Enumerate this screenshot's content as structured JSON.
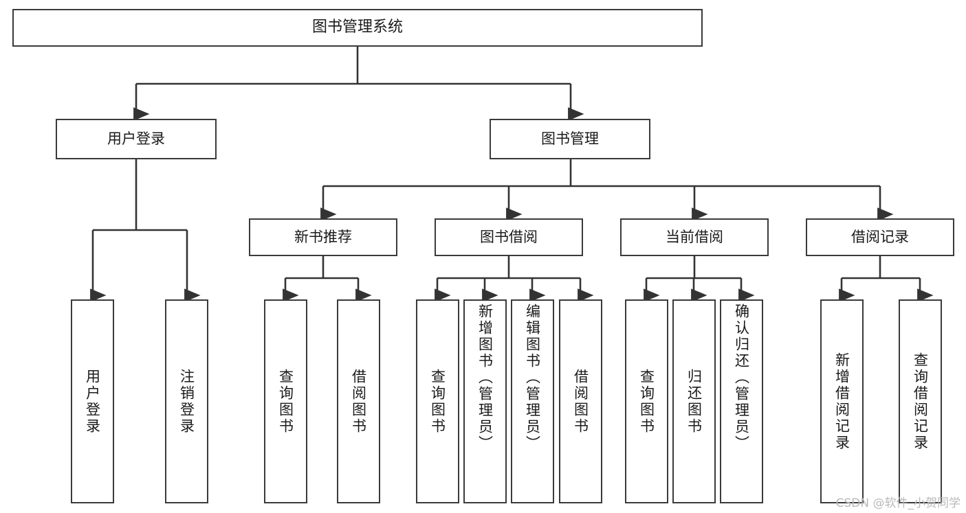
{
  "diagram": {
    "title": "图书管理系统",
    "type": "tree-hierarchy",
    "watermark": "CSDN @软件_小贺同学",
    "root": {
      "id": "root",
      "label": "图书管理系统",
      "orientation": "horizontal"
    },
    "level2": [
      {
        "id": "user-login",
        "label": "用户登录",
        "orientation": "horizontal"
      },
      {
        "id": "book-manage",
        "label": "图书管理",
        "orientation": "horizontal"
      }
    ],
    "level3": [
      {
        "id": "new-book-recommend",
        "label": "新书推荐",
        "orientation": "horizontal",
        "parent": "book-manage"
      },
      {
        "id": "book-borrow",
        "label": "图书借阅",
        "orientation": "horizontal",
        "parent": "book-manage"
      },
      {
        "id": "current-borrow",
        "label": "当前借阅",
        "orientation": "horizontal",
        "parent": "book-manage"
      },
      {
        "id": "borrow-record",
        "label": "借阅记录",
        "orientation": "horizontal",
        "parent": "book-manage"
      }
    ],
    "leaves": [
      {
        "id": "leaf-user-login",
        "label": "用户登录",
        "orientation": "vertical",
        "parent": "user-login"
      },
      {
        "id": "leaf-logout",
        "label": "注销登录",
        "orientation": "vertical",
        "parent": "user-login"
      },
      {
        "id": "leaf-query-book-1",
        "label": "查询图书",
        "orientation": "vertical",
        "parent": "new-book-recommend"
      },
      {
        "id": "leaf-borrow-book-1",
        "label": "借阅图书",
        "orientation": "vertical",
        "parent": "new-book-recommend"
      },
      {
        "id": "leaf-query-book-2",
        "label": "查询图书",
        "orientation": "vertical",
        "parent": "book-borrow"
      },
      {
        "id": "leaf-add-book",
        "label": "新增图书（管理员）",
        "orientation": "vertical",
        "parent": "book-borrow"
      },
      {
        "id": "leaf-edit-book",
        "label": "编辑图书（管理员）",
        "orientation": "vertical",
        "parent": "book-borrow"
      },
      {
        "id": "leaf-borrow-book-2",
        "label": "借阅图书",
        "orientation": "vertical",
        "parent": "book-borrow"
      },
      {
        "id": "leaf-query-book-3",
        "label": "查询图书",
        "orientation": "vertical",
        "parent": "current-borrow"
      },
      {
        "id": "leaf-return-book",
        "label": "归还图书",
        "orientation": "vertical",
        "parent": "current-borrow"
      },
      {
        "id": "leaf-confirm-return",
        "label": "确认归还（管理员）",
        "orientation": "vertical",
        "parent": "current-borrow"
      },
      {
        "id": "leaf-add-record",
        "label": "新增借阅记录",
        "orientation": "vertical",
        "parent": "borrow-record"
      },
      {
        "id": "leaf-query-record",
        "label": "查询借阅记录",
        "orientation": "vertical",
        "parent": "borrow-record"
      }
    ],
    "colors": {
      "border": "#3a3a3a",
      "background": "#ffffff",
      "text": "#1a1a1a",
      "edge": "#333333",
      "watermark": "#b9b9b9"
    }
  }
}
